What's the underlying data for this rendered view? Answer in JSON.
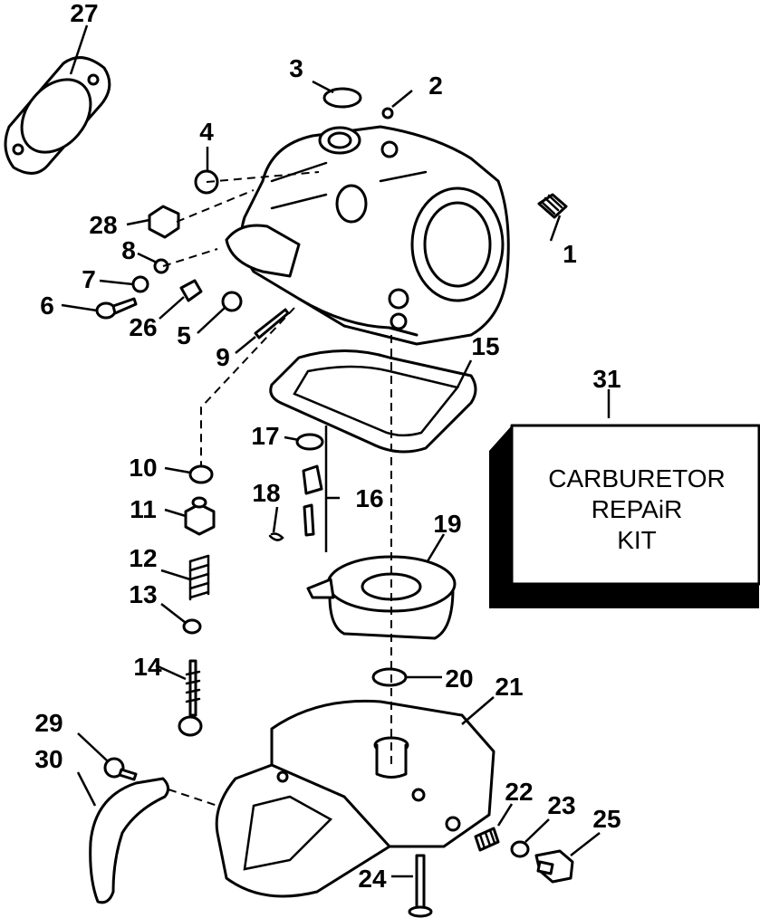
{
  "callouts": [
    {
      "id": "c1",
      "text": "1"
    },
    {
      "id": "c2",
      "text": "2"
    },
    {
      "id": "c3",
      "text": "3"
    },
    {
      "id": "c4",
      "text": "4"
    },
    {
      "id": "c5",
      "text": "5"
    },
    {
      "id": "c6",
      "text": "6"
    },
    {
      "id": "c7",
      "text": "7"
    },
    {
      "id": "c8",
      "text": "8"
    },
    {
      "id": "c9",
      "text": "9"
    },
    {
      "id": "c10",
      "text": "10"
    },
    {
      "id": "c11",
      "text": "11"
    },
    {
      "id": "c12",
      "text": "12"
    },
    {
      "id": "c13",
      "text": "13"
    },
    {
      "id": "c14",
      "text": "14"
    },
    {
      "id": "c15",
      "text": "15"
    },
    {
      "id": "c16",
      "text": "16"
    },
    {
      "id": "c17",
      "text": "17"
    },
    {
      "id": "c18",
      "text": "18"
    },
    {
      "id": "c19",
      "text": "19"
    },
    {
      "id": "c20",
      "text": "20"
    },
    {
      "id": "c21",
      "text": "21"
    },
    {
      "id": "c22",
      "text": "22"
    },
    {
      "id": "c23",
      "text": "23"
    },
    {
      "id": "c24",
      "text": "24"
    },
    {
      "id": "c25",
      "text": "25"
    },
    {
      "id": "c26",
      "text": "26"
    },
    {
      "id": "c27",
      "text": "27"
    },
    {
      "id": "c28",
      "text": "28"
    },
    {
      "id": "c29",
      "text": "29"
    },
    {
      "id": "c30",
      "text": "30"
    },
    {
      "id": "c31",
      "text": "31"
    }
  ],
  "kit_box": {
    "line1": "CARBURETOR",
    "line2": "REPAiR",
    "line3": "KIT"
  }
}
